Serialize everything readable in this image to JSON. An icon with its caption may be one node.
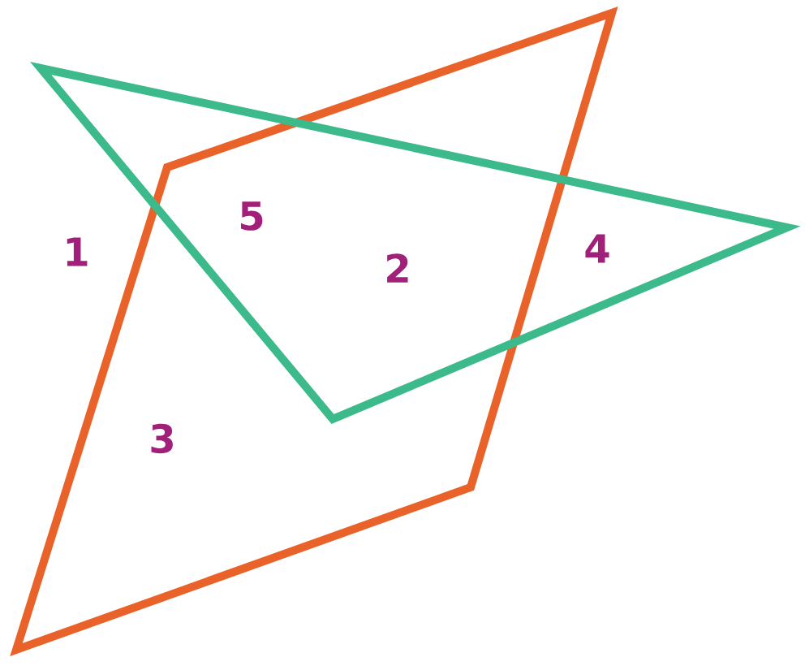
{
  "diagram": {
    "labels": [
      "1",
      "5",
      "2",
      "4",
      "3"
    ]
  }
}
